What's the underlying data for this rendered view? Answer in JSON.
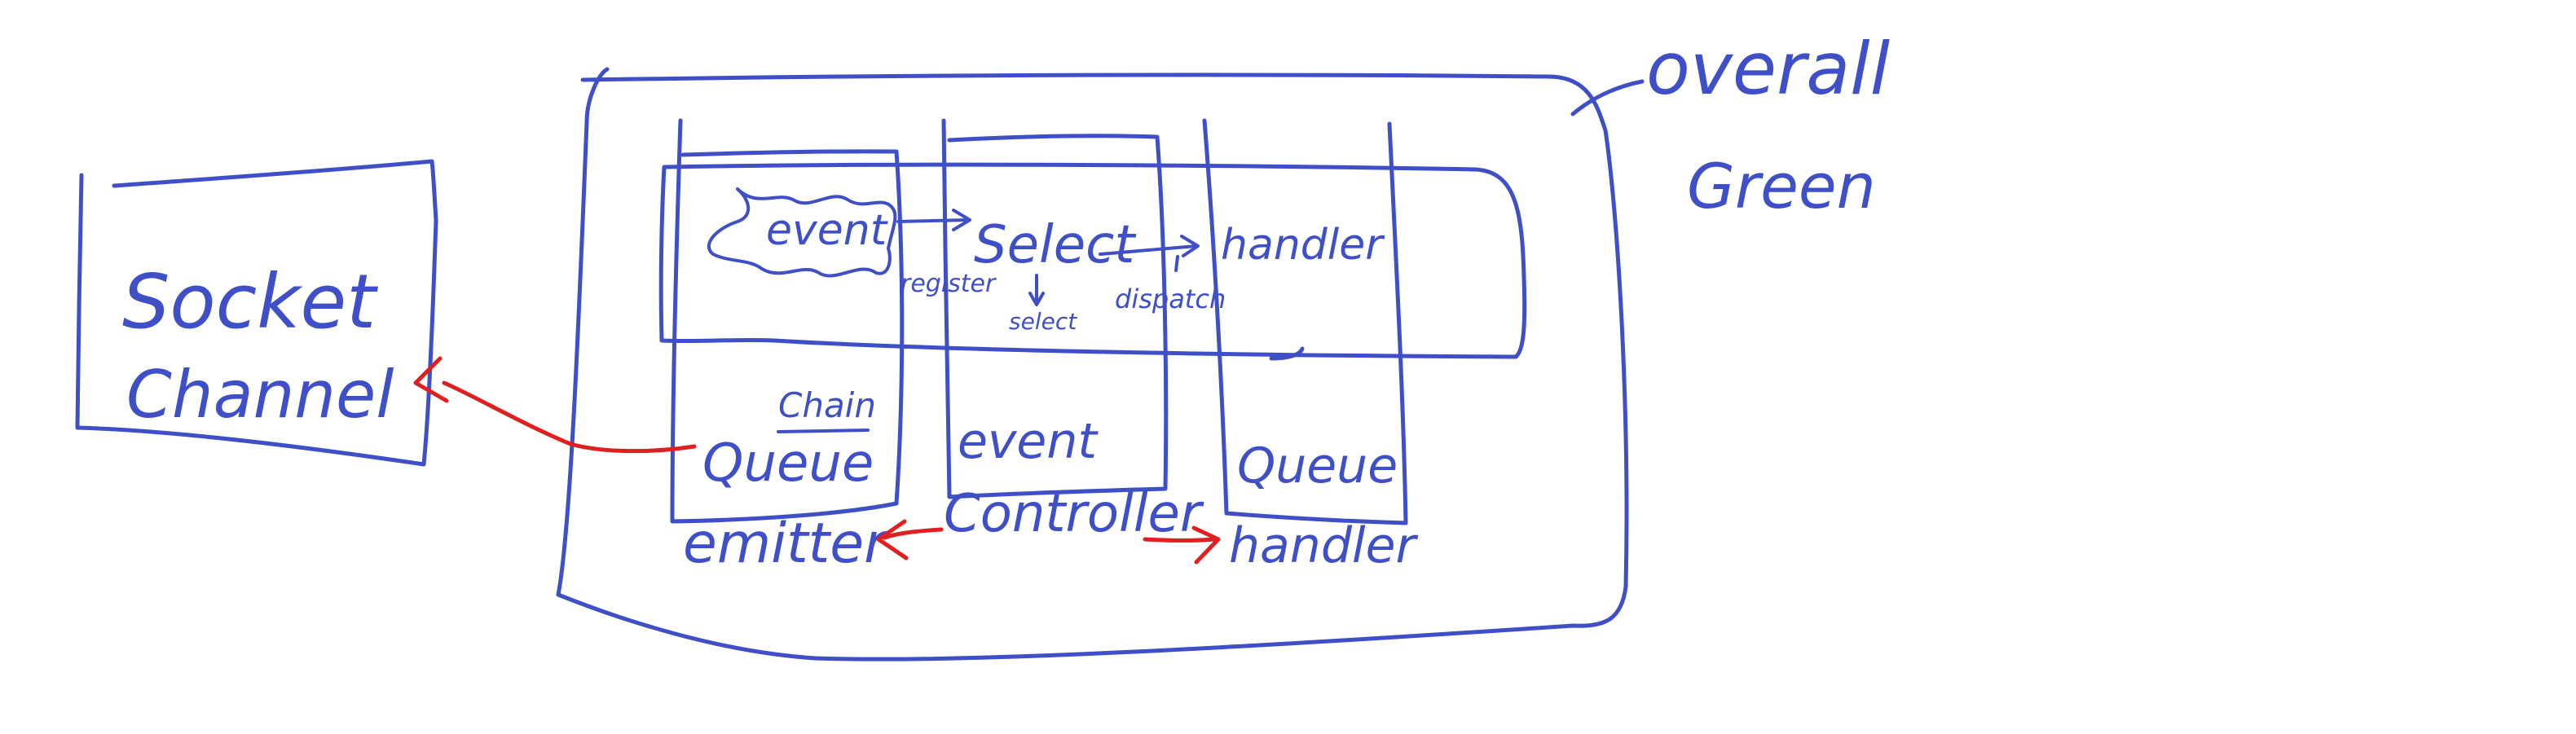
{
  "colors": {
    "ink": "#3f4fc8",
    "accent": "#e02020",
    "background": "#ffffff"
  },
  "labels": {
    "socket_line1": "Socket",
    "socket_line2": "Channel",
    "overall_line1": "overall",
    "overall_line2": "Green",
    "event": "event",
    "select": "Select",
    "handler": "handler",
    "register": "register",
    "select_small": "select",
    "dispatch": "dispatch",
    "chain": "Chain",
    "queue_left": "Queue",
    "event_mid": "event",
    "queue_right": "Queue",
    "emitter": "emitter",
    "controller": "Controller",
    "handler_bottom": "handler"
  }
}
